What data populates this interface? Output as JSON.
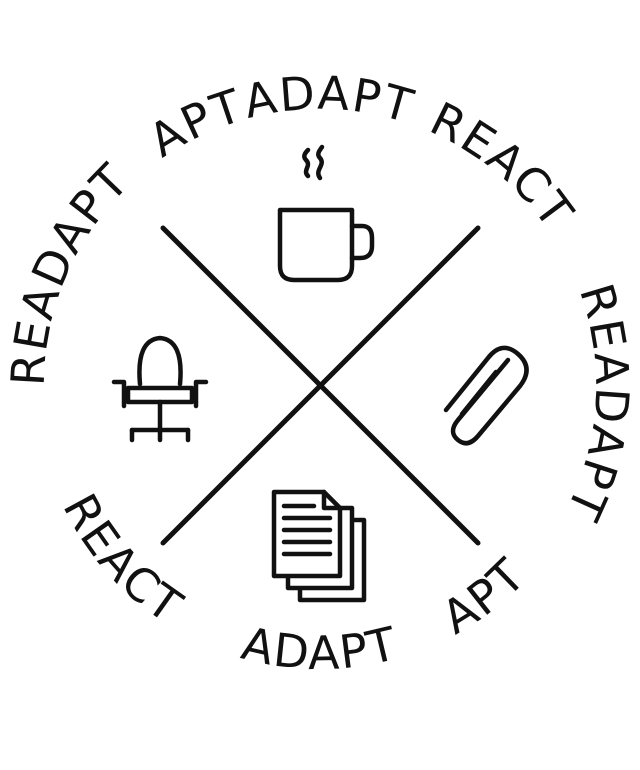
{
  "colors": {
    "ink": "#111111",
    "background": "#ffffff"
  },
  "ring_words": [
    {
      "text": "ADAPT"
    },
    {
      "text": "REACT"
    },
    {
      "text": "READAPT"
    },
    {
      "text": "APT"
    },
    {
      "text": "ADAPT"
    },
    {
      "text": "REACT"
    },
    {
      "text": "READAPT"
    },
    {
      "text": "APT"
    }
  ],
  "icons": {
    "top": "coffee-mug-icon",
    "right": "paperclip-icon",
    "bottom": "documents-icon",
    "left": "office-chair-icon"
  }
}
